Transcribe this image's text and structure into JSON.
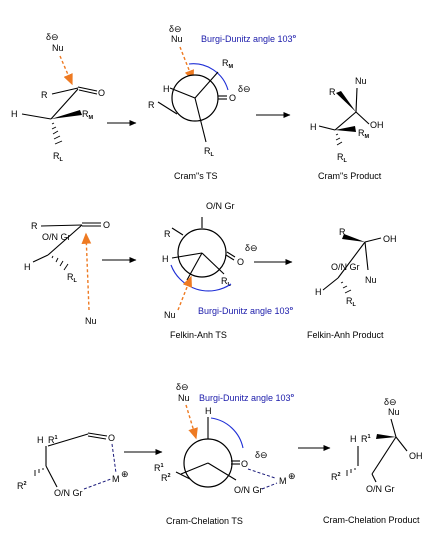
{
  "charges": {
    "delta_minus": "δ⊖",
    "plus_circle": "⊕"
  },
  "annotations": {
    "burgi_dunitz": "Burgi-Dunitz angle 103",
    "degree": "o"
  },
  "atoms": {
    "Nu": "Nu",
    "O": "O",
    "R": "R",
    "H": "H",
    "OH": "OH",
    "R_main": "R",
    "sub_M": "M",
    "sub_L": "L",
    "sup_1": "1",
    "sup_2": "2",
    "ON_Gr": "O/N Gr",
    "M": "M"
  },
  "captions": {
    "cram_ts": "Cram\"s TS",
    "cram_product": "Cram\"s Product",
    "felkin_ts": "Felkin-Anh TS",
    "felkin_product": "Felkin-Anh Product",
    "chelation_ts": "Cram-Chelation TS",
    "chelation_product": "Cram-Chelation Product"
  },
  "colors": {
    "nucleophile_attack": "#ee7a22",
    "angle_arc": "#1f2fd6",
    "chelation_bond": "#1a1a7a",
    "annotation_text": "#1a1aaa"
  }
}
